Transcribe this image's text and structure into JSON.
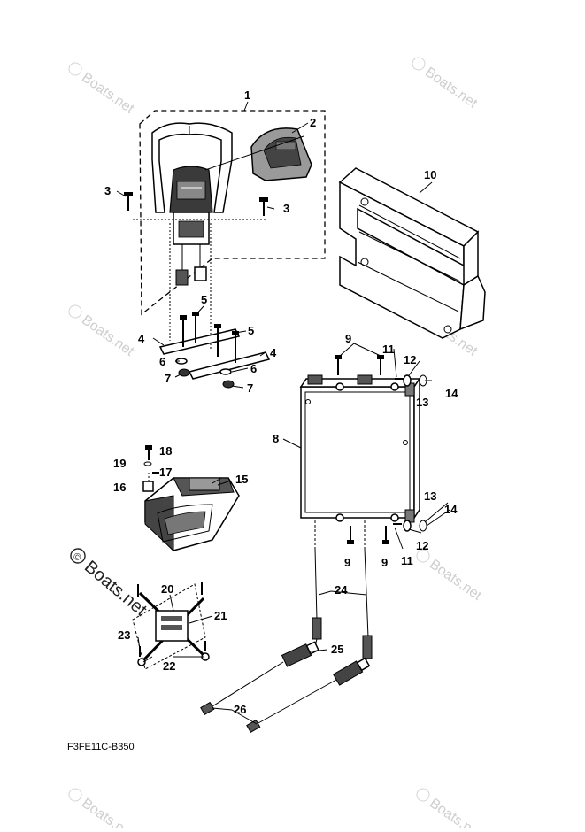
{
  "watermark": {
    "text": "Boats.net",
    "symbol": "©"
  },
  "diagram_code": "F3FE11C-B350",
  "callouts": {
    "c1": "1",
    "c2": "2",
    "c3a": "3",
    "c3b": "3",
    "c4a": "4",
    "c4b": "4",
    "c5a": "5",
    "c5b": "5",
    "c6a": "6",
    "c6b": "6",
    "c7a": "7",
    "c7b": "7",
    "c8": "8",
    "c9a": "9",
    "c9b": "9",
    "c9c": "9",
    "c10": "10",
    "c11a": "11",
    "c11b": "11",
    "c12a": "12",
    "c12b": "12",
    "c13a": "13",
    "c13b": "13",
    "c14a": "14",
    "c14b": "14",
    "c15": "15",
    "c16": "16",
    "c17": "17",
    "c18": "18",
    "c19": "19",
    "c20": "20",
    "c21": "21",
    "c22": "22",
    "c23": "23",
    "c24": "24",
    "c25": "25",
    "c26": "26"
  }
}
